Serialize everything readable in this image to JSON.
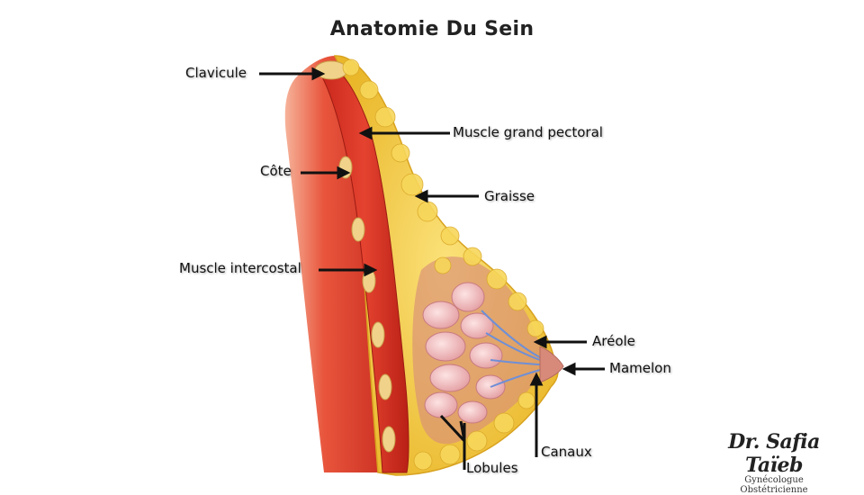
{
  "title": "Anatomie Du Sein",
  "labels": {
    "clavicule": "Clavicule",
    "pectoral": "Muscle grand pectoral",
    "cote": "Côte",
    "graisse": "Graisse",
    "intercostal": "Muscle intercostal",
    "areole": "Aréole",
    "mamelon": "Mamelon",
    "canaux": "Canaux",
    "lobules": "Lobules"
  },
  "signature": {
    "name": "Dr. Safia Taïeb",
    "subtitle": "Gynécologue Obstétricienne"
  },
  "colors": {
    "muscle": "#d9362a",
    "fat": "#f3c93a",
    "lobule": "#f2b6b8",
    "duct": "#6f8fd6",
    "arrow": "#111111"
  }
}
